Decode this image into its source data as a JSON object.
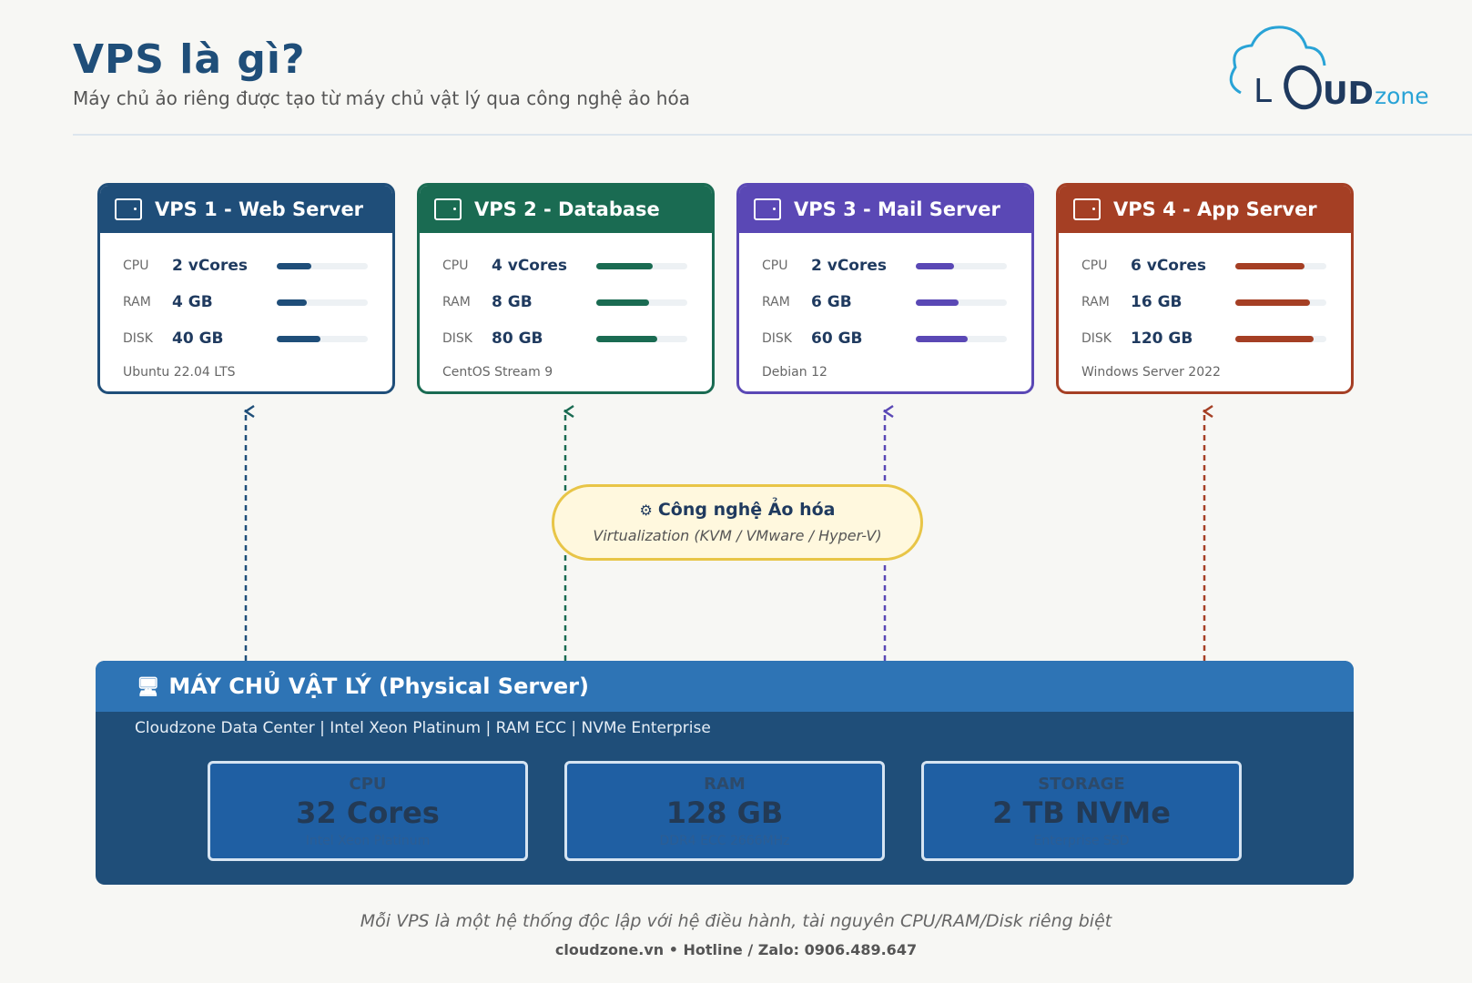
{
  "header": {
    "title": "VPS là gì?",
    "subtitle": "Máy chủ ảo riêng được tạo từ máy chủ vật lý qua công nghệ ảo hóa"
  },
  "logo": {
    "text_main": "L",
    "text_bold": "UD",
    "text_suffix": "zone"
  },
  "vps_cards": [
    {
      "title": "VPS 1 - Web Server",
      "color": "#1f4e79",
      "specs": [
        {
          "key": "CPU",
          "value": "2 vCores",
          "level": 0.38
        },
        {
          "key": "RAM",
          "value": "4 GB",
          "level": 0.33
        },
        {
          "key": "DISK",
          "value": "40 GB",
          "level": 0.48
        }
      ],
      "os": "Ubuntu 22.04 LTS"
    },
    {
      "title": "VPS 2 - Database",
      "color": "#1a6b52",
      "specs": [
        {
          "key": "CPU",
          "value": "4 vCores",
          "level": 0.62
        },
        {
          "key": "RAM",
          "value": "8 GB",
          "level": 0.58
        },
        {
          "key": "DISK",
          "value": "80 GB",
          "level": 0.67
        }
      ],
      "os": "CentOS Stream 9"
    },
    {
      "title": "VPS 3 - Mail Server",
      "color": "#5a48b5",
      "specs": [
        {
          "key": "CPU",
          "value": "2 vCores",
          "level": 0.42
        },
        {
          "key": "RAM",
          "value": "6 GB",
          "level": 0.47
        },
        {
          "key": "DISK",
          "value": "60 GB",
          "level": 0.57
        }
      ],
      "os": "Debian 12"
    },
    {
      "title": "VPS 4 - App Server",
      "color": "#a53f24",
      "specs": [
        {
          "key": "CPU",
          "value": "6 vCores",
          "level": 0.76
        },
        {
          "key": "RAM",
          "value": "16 GB",
          "level": 0.82
        },
        {
          "key": "DISK",
          "value": "120 GB",
          "level": 0.86
        }
      ],
      "os": "Windows Server 2022"
    }
  ],
  "virtualization": {
    "icon": "gear-icon",
    "title": "Công nghệ Ảo hóa",
    "subtitle": "Virtualization (KVM / VMware / Hyper-V)"
  },
  "physical_server": {
    "icon": "server-icon",
    "title": "MÁY CHỦ VẬT LÝ (Physical Server)",
    "subtitle": "Cloudzone Data Center | Intel Xeon Platinum | RAM ECC | NVMe Enterprise",
    "resources": [
      {
        "label": "CPU",
        "value": "32 Cores",
        "note": "Intel Xeon Platinum"
      },
      {
        "label": "RAM",
        "value": "128 GB",
        "note": "DDR4 ECC 2666MHz"
      },
      {
        "label": "STORAGE",
        "value": "2 TB NVMe",
        "note": "Enterprise SSD"
      }
    ]
  },
  "footer": {
    "note": "Mỗi VPS là một hệ thống độc lập với hệ điều hành, tài nguyên CPU/RAM/Disk riêng biệt",
    "contact": "cloudzone.vn • Hotline / Zalo: 0906.489.647"
  },
  "colors": {
    "accent": "#1f4e79",
    "physical_header": "#2e74b5",
    "virtualization_border": "#e8c547",
    "virtualization_bg": "#fff8de"
  }
}
